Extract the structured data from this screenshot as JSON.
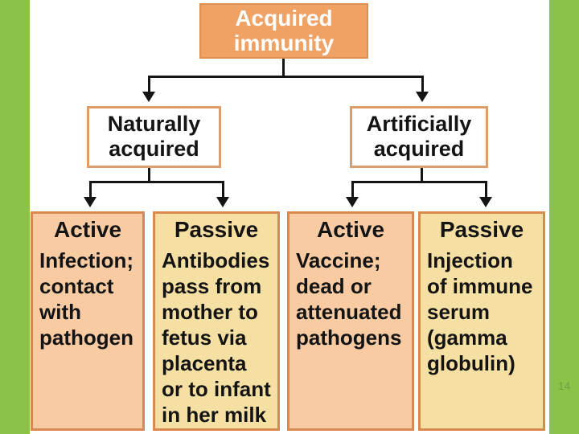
{
  "slide": {
    "page_number": "14"
  },
  "palette": {
    "background_green": "#8BC34A",
    "root_fill": "#F0A164",
    "active_fill": "#F8CBA3",
    "passive_fill": "#F5DFA2",
    "leaf_border": "#D98850",
    "branch_border": "#DD9E6B",
    "connector_color": "#141414",
    "page_number_color": "#6FA23E"
  },
  "diagram": {
    "root": {
      "label": "Acquired immunity",
      "lines": [
        "Acquired",
        "immunity"
      ]
    },
    "branches": [
      {
        "label": "Naturally acquired",
        "lines": [
          "Naturally",
          "acquired"
        ]
      },
      {
        "label": "Artificially acquired",
        "lines": [
          "Artificially",
          "acquired"
        ]
      }
    ],
    "leaves": [
      {
        "title": "Active",
        "parent": "Naturally acquired",
        "lines": [
          "Infection;",
          "contact",
          "with",
          "pathogen"
        ]
      },
      {
        "title": "Passive",
        "parent": "Naturally acquired",
        "lines": [
          "Antibodies",
          "pass from",
          "mother to",
          "fetus via",
          "placenta",
          "or to infant",
          "in her milk"
        ]
      },
      {
        "title": "Active",
        "parent": "Artificially acquired",
        "lines": [
          "Vaccine;",
          "dead or",
          "attenuated",
          "pathogens"
        ]
      },
      {
        "title": "Passive",
        "parent": "Artificially acquired",
        "lines": [
          "Injection",
          "of immune",
          "serum",
          "(gamma",
          "globulin)"
        ]
      }
    ]
  }
}
